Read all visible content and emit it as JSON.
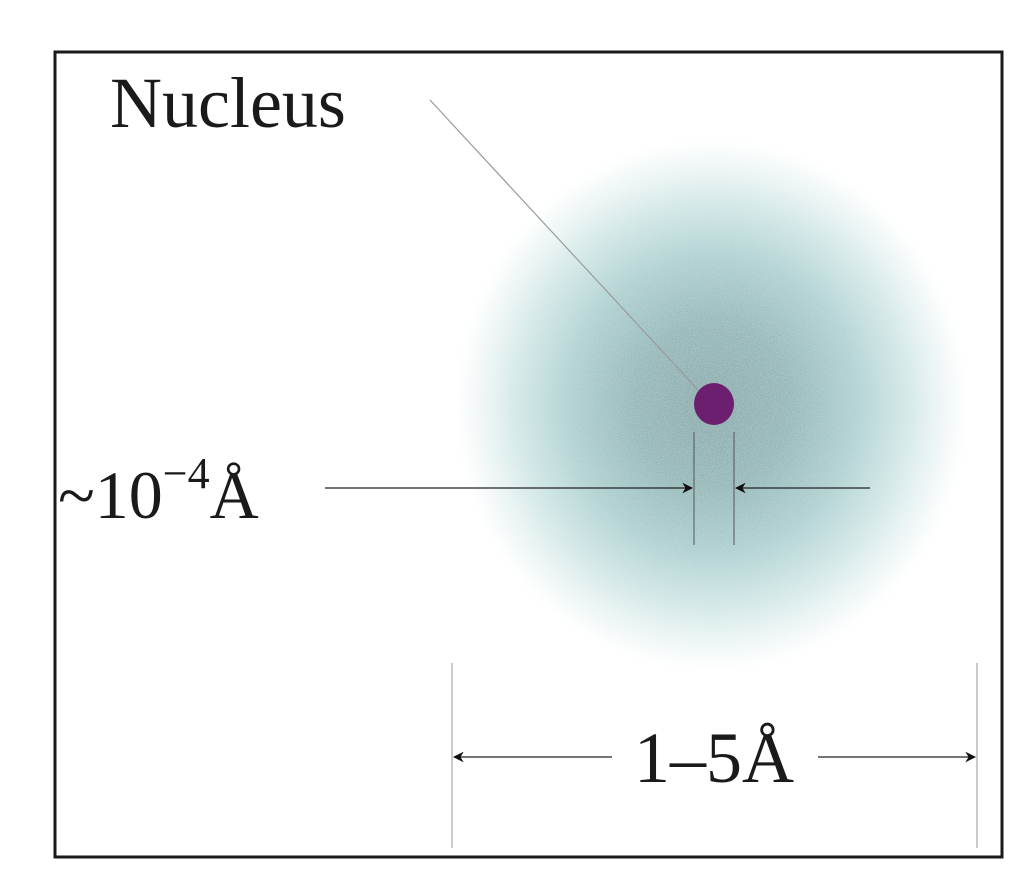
{
  "labels": {
    "nucleus": "Nucleus",
    "nucleus_size_prefix": "~10",
    "nucleus_size_exponent": "−4",
    "nucleus_size_unit": "Å",
    "atom_size": "1–5Å"
  },
  "colors": {
    "electron_cloud": "#2a8a8a",
    "nucleus": "#6b1f6e",
    "frame": "#1a1a1a",
    "text": "#1a1a1a",
    "leader_line": "#9a9a9a"
  }
}
